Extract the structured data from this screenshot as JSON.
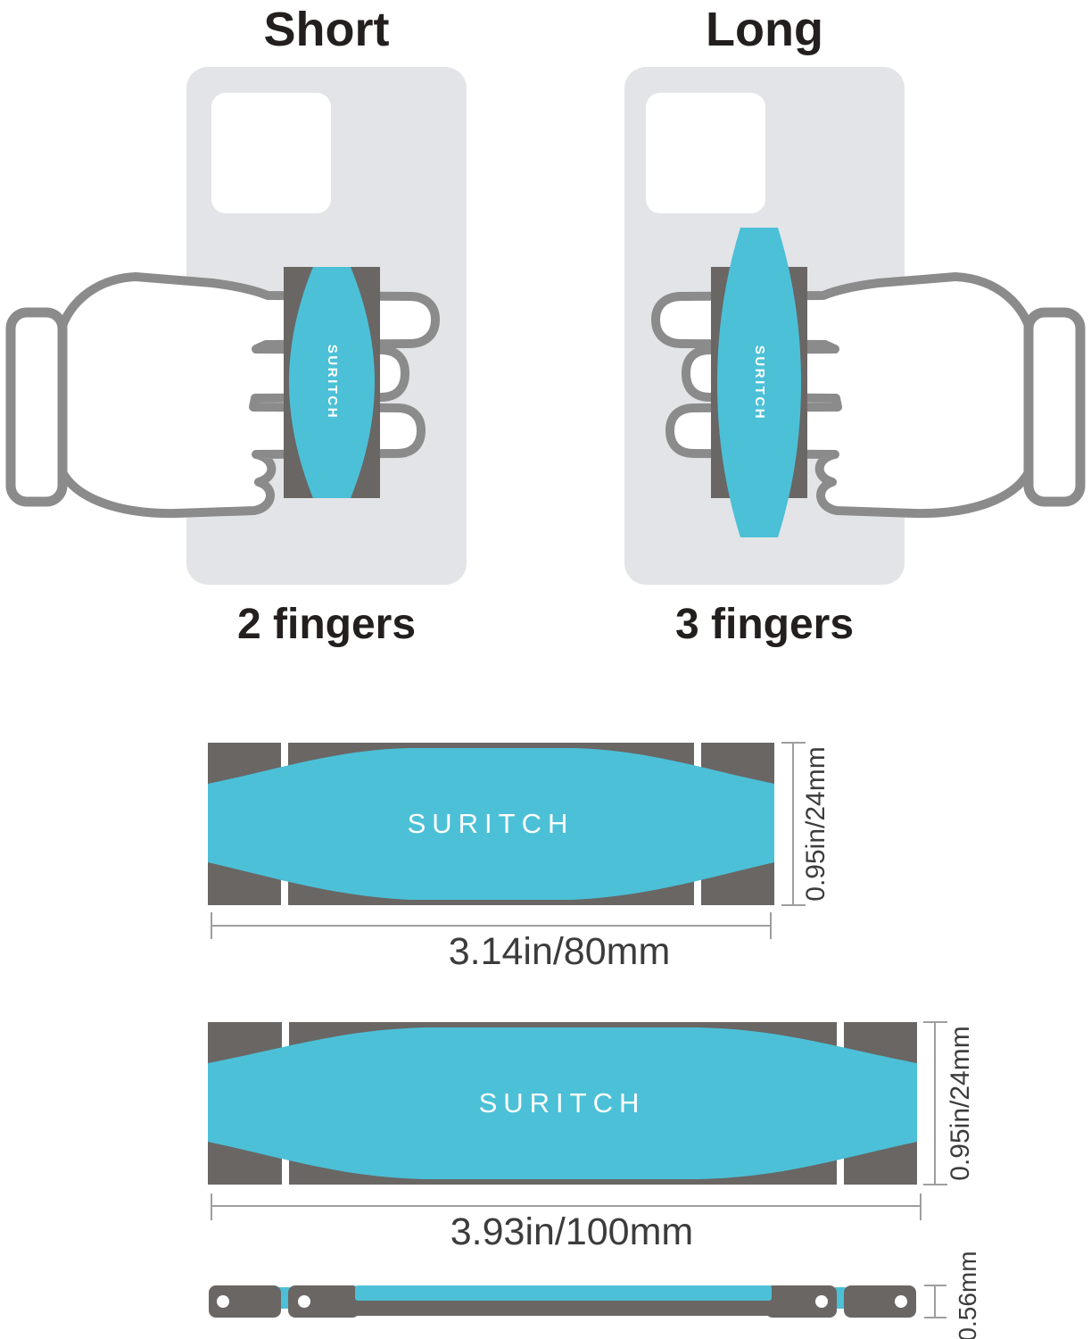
{
  "colors": {
    "teal": "#4CC0D7",
    "patch_gray": "#696664",
    "phone_gray": "#E3E4E7",
    "hand_stroke": "#8B8B8B",
    "dim_line": "#9E9E9E",
    "dim_text": "#3C3C3C",
    "title_text": "#231F1E"
  },
  "comparison": {
    "left": {
      "title": "Short",
      "caption": "2 fingers",
      "logo": "SURITCH"
    },
    "right": {
      "title": "Long",
      "caption": "3 fingers",
      "logo": "SURITCH"
    }
  },
  "diagrams": [
    {
      "logo": "SURITCH",
      "width_label": "3.14in/80mm",
      "height_label": "0.95in/24mm"
    },
    {
      "logo": "SURITCH",
      "width_label": "3.93in/100mm",
      "height_label": "0.95in/24mm"
    }
  ],
  "side_view": {
    "thickness_label": "0.56mm"
  }
}
